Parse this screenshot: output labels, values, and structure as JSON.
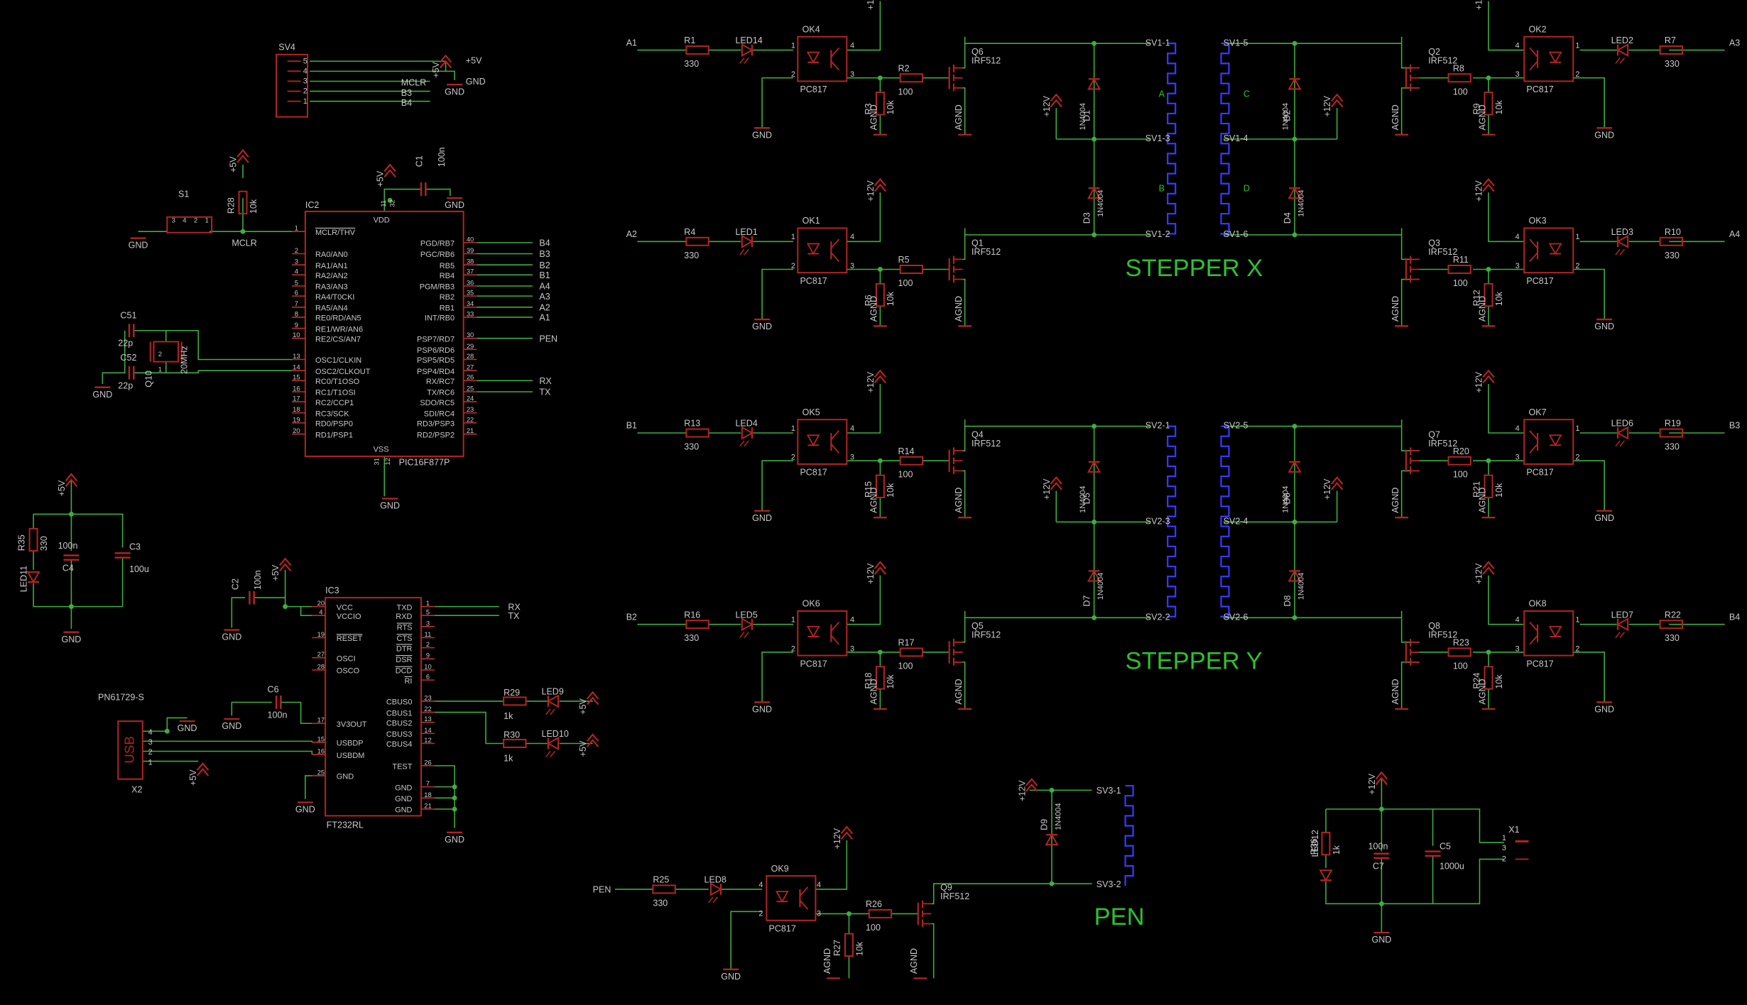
{
  "colors": {
    "background": "#000000",
    "wire": "#3fae3f",
    "symbol": "#b02424",
    "pin": "#c03030",
    "text": "#c8c8c8",
    "coil": "#3a3aff",
    "section": "#2fbf2f"
  },
  "sections": {
    "x": "STEPPER X",
    "y": "STEPPER Y",
    "pen": "PEN"
  },
  "drivers": [
    {
      "input": "A1",
      "r_in": "R1",
      "led": "LED14",
      "ok": "OK4",
      "r_g": "R2",
      "r_pd": "R3",
      "q": "Q6"
    },
    {
      "input": "A2",
      "r_in": "R4",
      "led": "LED1",
      "ok": "OK1",
      "r_g": "R5",
      "r_pd": "R6",
      "q": "Q1"
    },
    {
      "input": "A3",
      "r_in": "R7",
      "led": "LED2",
      "ok": "OK2",
      "r_g": "R8",
      "r_pd": "R9",
      "q": "Q2"
    },
    {
      "input": "A4",
      "r_in": "R10",
      "led": "LED3",
      "ok": "OK3",
      "r_g": "R11",
      "r_pd": "R12",
      "q": "Q3"
    },
    {
      "input": "B1",
      "r_in": "R13",
      "led": "LED4",
      "ok": "OK5",
      "r_g": "R14",
      "r_pd": "R15",
      "q": "Q4"
    },
    {
      "input": "B2",
      "r_in": "R16",
      "led": "LED5",
      "ok": "OK6",
      "r_g": "R17",
      "r_pd": "R18",
      "q": "Q5"
    },
    {
      "input": "B3",
      "r_in": "R19",
      "led": "LED6",
      "ok": "OK7",
      "r_g": "R20",
      "r_pd": "R21",
      "q": "Q7"
    },
    {
      "input": "B4",
      "r_in": "R22",
      "led": "LED7",
      "ok": "OK8",
      "r_g": "R23",
      "r_pd": "R24",
      "q": "Q8"
    },
    {
      "input": "PEN",
      "r_in": "R25",
      "led": "LED8",
      "ok": "OK9",
      "r_g": "R26",
      "r_pd": "R27",
      "q": "Q9"
    }
  ],
  "values": {
    "r_in": "330",
    "r_gate": "100",
    "r_pd": "10k",
    "opto": "PC817",
    "mosfet": "IRF512",
    "diode": "1N4004",
    "v12": "+12V",
    "v5": "+5V",
    "gnd": "GND",
    "agnd": "AGND"
  },
  "coils": {
    "x": [
      "SV1-1",
      "SV1-2",
      "SV1-3",
      "SV1-4",
      "SV1-5",
      "SV1-6"
    ],
    "y": [
      "SV2-1",
      "SV2-2",
      "SV2-3",
      "SV2-4",
      "SV2-5",
      "SV2-6"
    ],
    "pen": [
      "SV3-1",
      "SV3-2"
    ],
    "windings": [
      "A",
      "B",
      "C",
      "D"
    ]
  },
  "diodes": [
    "D1",
    "D2",
    "D3",
    "D4",
    "D5",
    "D6",
    "D7",
    "D8",
    "D9"
  ],
  "mcu": {
    "ref": "IC2",
    "name": "PIC16F877P",
    "vdd": "VDD",
    "vss": "VSS",
    "left_pins": [
      {
        "n": "1",
        "name": "MCLR/THV"
      },
      {
        "n": "2",
        "name": "RA0/AN0"
      },
      {
        "n": "3",
        "name": "RA1/AN1"
      },
      {
        "n": "4",
        "name": "RA2/AN2"
      },
      {
        "n": "5",
        "name": "RA3/AN3"
      },
      {
        "n": "6",
        "name": "RA4/T0CKI"
      },
      {
        "n": "7",
        "name": "RA5/AN4"
      },
      {
        "n": "8",
        "name": "RE0/RD/AN5"
      },
      {
        "n": "9",
        "name": "RE1/WR/AN6"
      },
      {
        "n": "10",
        "name": "RE2/CS/AN7"
      },
      {
        "n": "13",
        "name": "OSC1/CLKIN"
      },
      {
        "n": "14",
        "name": "OSC2/CLKOUT"
      },
      {
        "n": "15",
        "name": "RC0/T1OSO"
      },
      {
        "n": "16",
        "name": "RC1/T1OSI"
      },
      {
        "n": "17",
        "name": "RC2/CCP1"
      },
      {
        "n": "18",
        "name": "RC3/SCK"
      },
      {
        "n": "19",
        "name": "RD0/PSP0"
      },
      {
        "n": "20",
        "name": "RD1/PSP1"
      }
    ],
    "right_pins": [
      {
        "n": "40",
        "name": "PGD/RB7",
        "net": "B4"
      },
      {
        "n": "39",
        "name": "PGC/RB6",
        "net": "B3"
      },
      {
        "n": "38",
        "name": "RB5",
        "net": "B2"
      },
      {
        "n": "37",
        "name": "RB4",
        "net": "B1"
      },
      {
        "n": "36",
        "name": "PGM/RB3",
        "net": "A4"
      },
      {
        "n": "35",
        "name": "RB2",
        "net": "A3"
      },
      {
        "n": "34",
        "name": "RB1",
        "net": "A2"
      },
      {
        "n": "33",
        "name": "INT/RB0",
        "net": "A1"
      },
      {
        "n": "30",
        "name": "PSP7/RD7",
        "net": "PEN"
      },
      {
        "n": "29",
        "name": "PSP6/RD6",
        "net": ""
      },
      {
        "n": "28",
        "name": "PSP5/RD5",
        "net": ""
      },
      {
        "n": "27",
        "name": "PSP4/RD4",
        "net": ""
      },
      {
        "n": "26",
        "name": "RX/RC7",
        "net": "RX"
      },
      {
        "n": "25",
        "name": "TX/RC6",
        "net": "TX"
      },
      {
        "n": "24",
        "name": "SDO/RC5",
        "net": ""
      },
      {
        "n": "23",
        "name": "SDI/RC4",
        "net": ""
      },
      {
        "n": "22",
        "name": "RD3/PSP3",
        "net": ""
      },
      {
        "n": "21",
        "name": "RD2/PSP2",
        "net": ""
      }
    ],
    "vdd_pins": [
      "11",
      "32"
    ],
    "vss_pins": [
      "31",
      "12"
    ]
  },
  "ftdi": {
    "ref": "IC3",
    "name": "FT232RL",
    "left_pins": [
      {
        "n": "20",
        "name": "VCC"
      },
      {
        "n": "4",
        "name": "VCCIO"
      },
      {
        "n": "19",
        "name": "RESET"
      },
      {
        "n": "27",
        "name": "OSCI"
      },
      {
        "n": "28",
        "name": "OSCO"
      },
      {
        "n": "17",
        "name": "3V3OUT"
      },
      {
        "n": "15",
        "name": "USBDP"
      },
      {
        "n": "16",
        "name": "USBDM"
      },
      {
        "n": "25",
        "name": "GND"
      }
    ],
    "right_pins": [
      {
        "n": "1",
        "name": "TXD",
        "net": "RX"
      },
      {
        "n": "5",
        "name": "RXD",
        "net": "TX"
      },
      {
        "n": "3",
        "name": "RTS"
      },
      {
        "n": "11",
        "name": "CTS"
      },
      {
        "n": "2",
        "name": "DTR"
      },
      {
        "n": "9",
        "name": "DSR"
      },
      {
        "n": "10",
        "name": "DCD"
      },
      {
        "n": "6",
        "name": "RI"
      },
      {
        "n": "23",
        "name": "CBUS0"
      },
      {
        "n": "22",
        "name": "CBUS1"
      },
      {
        "n": "13",
        "name": "CBUS2"
      },
      {
        "n": "14",
        "name": "CBUS3"
      },
      {
        "n": "12",
        "name": "CBUS4"
      },
      {
        "n": "26",
        "name": "TEST"
      },
      {
        "n": "7",
        "name": "GND"
      },
      {
        "n": "18",
        "name": "GND"
      },
      {
        "n": "21",
        "name": "GND"
      }
    ]
  },
  "header": {
    "ref": "SV4",
    "pins": [
      "5",
      "4",
      "3",
      "2",
      "1"
    ],
    "nets": [
      "+5V",
      "GND",
      "MCLR",
      "B3",
      "B4"
    ]
  },
  "reset": {
    "switch": "S1",
    "r": "R28",
    "r_val": "10k",
    "net": "MCLR",
    "pins": [
      "3",
      "4",
      "2",
      "1"
    ]
  },
  "crystal": {
    "ref": "Q10",
    "value": "20MHz",
    "c1": "C51",
    "c2": "C52",
    "c_val": "22p",
    "pins": [
      "2",
      "1"
    ]
  },
  "decoupling": {
    "c1": "C1",
    "c1_val": "100n",
    "c2": "C2",
    "c2_val": "100n",
    "c6": "C6",
    "c6_val": "100n"
  },
  "power5": {
    "r": "R35",
    "r_val": "330",
    "led": "LED11",
    "c4": "C4",
    "c4_val": "100n",
    "c3": "C3",
    "c3_val": "100u"
  },
  "power12": {
    "r": "R36",
    "r_val": "1k",
    "led": "LED12",
    "c7": "C7",
    "c7_val": "100n",
    "c5": "C5",
    "c5_val": "1000u",
    "conn": "X1",
    "conn_pins": [
      "1",
      "3",
      "2"
    ]
  },
  "usb": {
    "ref": "X2",
    "label": "USB",
    "part": "PN61729-S",
    "pins": [
      "4",
      "3",
      "2",
      "1"
    ]
  },
  "status_leds": [
    {
      "r": "R29",
      "r_val": "1k",
      "led": "LED9"
    },
    {
      "r": "R30",
      "r_val": "1k",
      "led": "LED10"
    }
  ],
  "pinnums": {
    "opto": [
      "1",
      "2",
      "3",
      "4"
    ]
  }
}
